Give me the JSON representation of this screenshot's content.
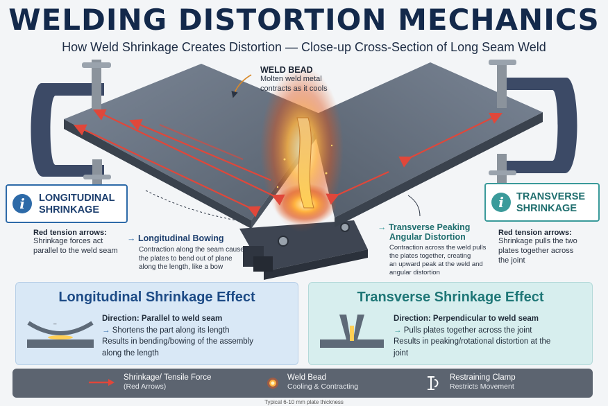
{
  "title": "WELDING DISTORTION MECHANICS",
  "subtitle": "How Weld Shrinkage Creates Distortion — Close-up Cross-Section of Long Seam Weld",
  "weld_bead": {
    "title": "WELD BEAD",
    "text1": "Molten weld metal",
    "text2": "contracts as it cools"
  },
  "left_box": {
    "line1": "LONGITUDINAL",
    "line2": "SHRINKAGE",
    "icon": "info-icon",
    "color": "#2d6aa8"
  },
  "right_box": {
    "line1": "TRANSVERSE",
    "line2": "SHRINKAGE",
    "icon": "info-icon",
    "color": "#3a9a9a"
  },
  "left_tension": {
    "title": "Red tension arrows:",
    "line1": "Shrinkage forces act",
    "line2": "parallel to the weld seam"
  },
  "right_tension": {
    "title": "Red tension arrows:",
    "line1": "Shrinkage pulls the two",
    "line2": "plates together across",
    "line3": "the joint"
  },
  "bowing": {
    "title": "Longitudinal Bowing",
    "line1": "Contraction along the seam causes",
    "line2": "the plates to bend out of plane",
    "line3": "along the length, like a bow"
  },
  "peaking": {
    "title1": "Transverse Peaking",
    "title2": "Angular Distortion",
    "line1": "Contraction across the weld pulls",
    "line2": "the plates together, creating",
    "line3": "an upward peak at the weld and",
    "line4": "angular distortion"
  },
  "panel_left": {
    "title": "Longitudinal Shrinkage Effect",
    "direction_label": "Direction:",
    "direction_value": "Parallel to weld seam",
    "effect": "Shortens the part along its length",
    "result1": "Results in bending/bowing of the assembly",
    "result2": "along the length"
  },
  "panel_right": {
    "title": "Transverse Shrinkage Effect",
    "direction_label": "Direction:",
    "direction_value": "Perpendicular to weld seam",
    "effect": "Pulls plates together across the joint",
    "result1": "Results in peaking/rotational  distortion at the",
    "result2": "joint"
  },
  "legend": {
    "item1_title": "Shrinkage/ Tensile Force",
    "item1_sub": "(Red Arrows)",
    "item2_title": "Weld Bead",
    "item2_sub": "Cooling & Contracting",
    "item3_title": "Restraining Clamp",
    "item3_sub": "Restricts Movement"
  },
  "footnote": "Typical 6-10 mm plate thickness",
  "arrow_glyph": "→",
  "colors": {
    "title": "#13294b",
    "plate": "#5e6a78",
    "clamp": "#3c4a66",
    "arrow": "#e0473a",
    "blue": "#2d6aa8",
    "teal": "#3a9a9a",
    "panel_left_bg": "#d9e8f6",
    "panel_right_bg": "#d7eeee",
    "legend_bg": "#5c6470"
  }
}
